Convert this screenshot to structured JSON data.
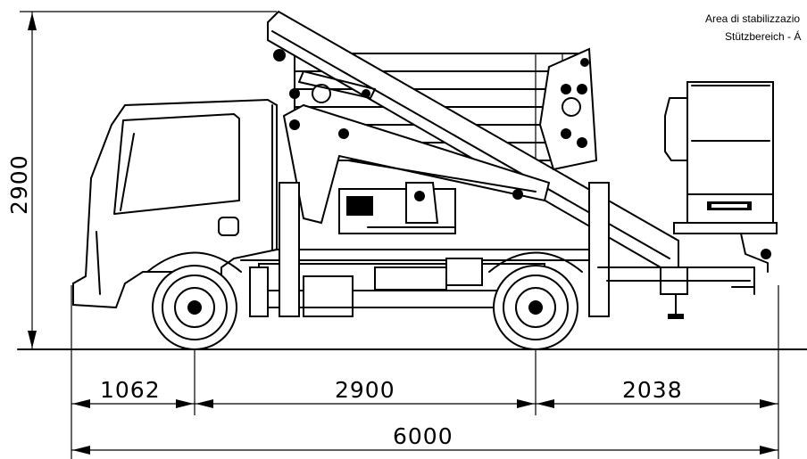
{
  "corner_note": {
    "line1": "Area di stabilizzazio",
    "line2": "Stützbereich - Á"
  },
  "dimensions": {
    "height": "2900",
    "front_overhang": "1062",
    "wheelbase": "2900",
    "rear_overhang": "2038",
    "total_length": "6000"
  }
}
